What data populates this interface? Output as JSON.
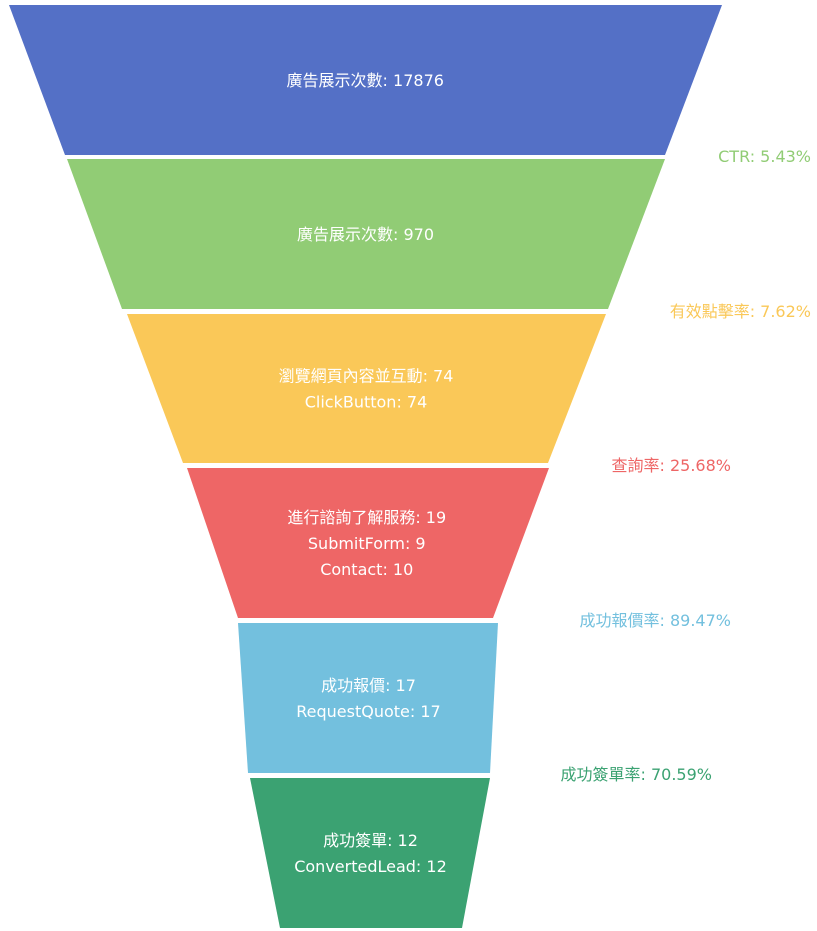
{
  "chart_data": {
    "type": "funnel",
    "stages": [
      {
        "lines": [
          "廣告展示次數: 17876"
        ],
        "value": 17876,
        "color": "#5470c6"
      },
      {
        "lines": [
          "廣告展示次數: 970"
        ],
        "value": 970,
        "color": "#91cc75"
      },
      {
        "lines": [
          "瀏覽網頁內容並互動: 74",
          "ClickButton: 74"
        ],
        "value": 74,
        "color": "#fac858"
      },
      {
        "lines": [
          "進行諮詢了解服務: 19",
          "SubmitForm: 9",
          "Contact: 10"
        ],
        "value": 19,
        "color": "#ee6666"
      },
      {
        "lines": [
          "成功報價: 17",
          "RequestQuote: 17"
        ],
        "value": 17,
        "color": "#73c0de"
      },
      {
        "lines": [
          "成功簽單: 12",
          "ConvertedLead: 12"
        ],
        "value": 12,
        "color": "#3ba272"
      }
    ],
    "conversion_rates": [
      {
        "label": "CTR: 5.43%",
        "value": 5.43,
        "color": "#91cc75"
      },
      {
        "label": "有效點擊率: 7.62%",
        "value": 7.62,
        "color": "#fac858"
      },
      {
        "label": "查詢率: 25.68%",
        "value": 25.68,
        "color": "#ee6666"
      },
      {
        "label": "成功報價率: 89.47%",
        "value": 89.47,
        "color": "#73c0de"
      },
      {
        "label": "成功簽單率: 70.59%",
        "value": 70.59,
        "color": "#3ba272"
      }
    ]
  }
}
